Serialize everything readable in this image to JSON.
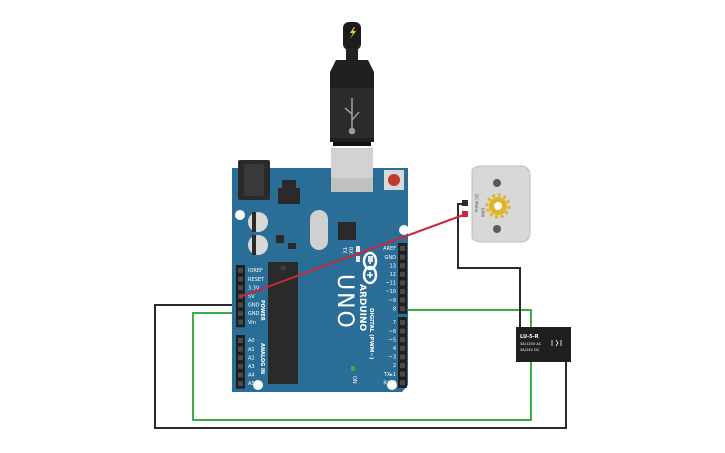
{
  "board": {
    "brand": "ARDUINO",
    "model": "UNO",
    "tx_label": "TX",
    "rx_label": "RX",
    "on_label": "ON",
    "power_label": "POWER",
    "analog_label": "ANALOG IN",
    "digital_label": "DIGITAL (PWM~)",
    "power_pins": [
      "IOREF",
      "RESET",
      "3.3V",
      "5V",
      "GND",
      "GND",
      "Vin"
    ],
    "analog_pins": [
      "A0",
      "A1",
      "A2",
      "A3",
      "A4",
      "A5"
    ],
    "digital_upper": [
      "AREF",
      "GND",
      "13",
      "12",
      "~11",
      "~10",
      "~9",
      "8"
    ],
    "digital_lower": [
      "7",
      "~6",
      "~5",
      "4",
      "~3",
      "2",
      "TX▸1",
      "RX◂0"
    ]
  },
  "motor": {
    "label": "DC Motor",
    "sublabel": "RPM"
  },
  "relay": {
    "lines": [
      "LU-5-R",
      "3A/125V AC",
      "3A/24V DC"
    ]
  },
  "colors": {
    "board": "#2a6e97",
    "wire_red": "#c8283c",
    "wire_green": "#3aad48",
    "wire_black": "#2a2a2a"
  }
}
